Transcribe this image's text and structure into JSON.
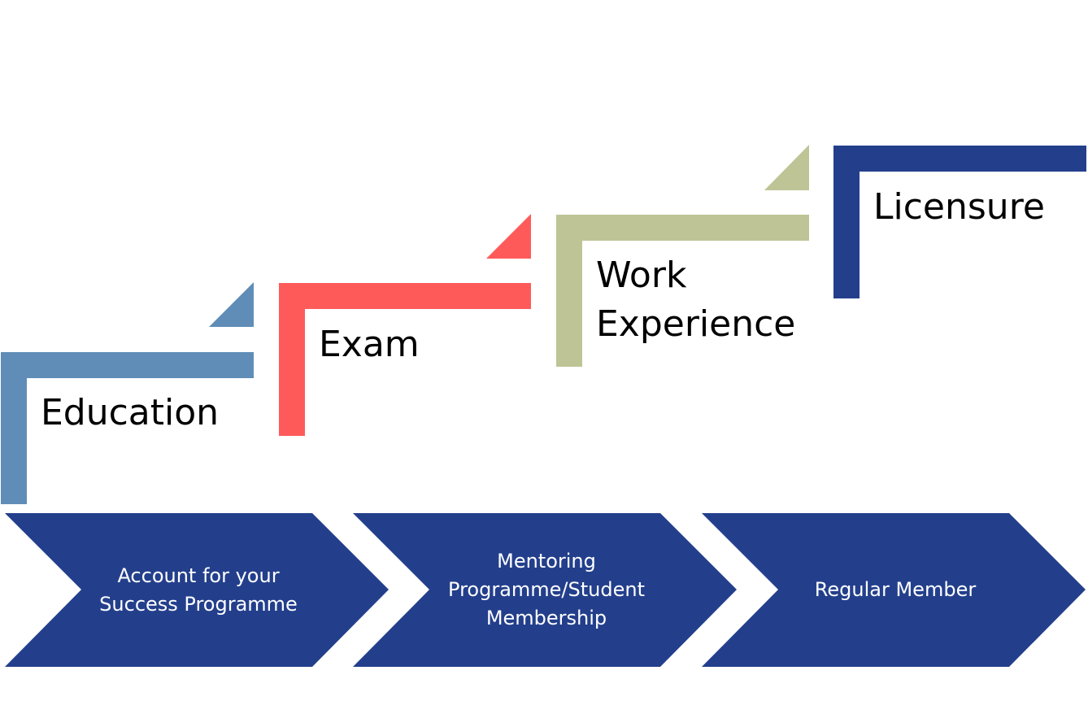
{
  "colors": {
    "education": "#5f8db7",
    "exam": "#ff5a5a",
    "work_experience": "#bec495",
    "licensure": "#233f8c",
    "chevron": "#233f8c",
    "chevron_text": "#ffffff",
    "label_text": "#000000",
    "background": "#ffffff"
  },
  "steps": [
    {
      "label": "Education"
    },
    {
      "label": "Exam"
    },
    {
      "label": "Work\nExperience"
    },
    {
      "label": "Licensure"
    }
  ],
  "chevrons": [
    {
      "text": "Account for your\nSuccess Programme"
    },
    {
      "text": "Mentoring\nProgramme/Student\nMembership"
    },
    {
      "text": "Regular Member"
    }
  ]
}
